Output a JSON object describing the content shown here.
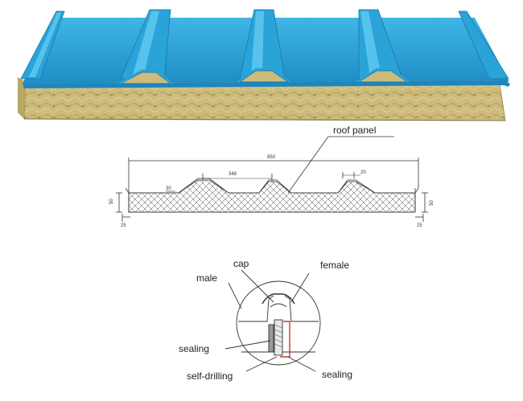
{
  "labels": {
    "roof_panel": "roof panel",
    "male": "male",
    "cap": "cap",
    "female": "female",
    "sealing_left": "sealing",
    "self_drilling": "self-drilling",
    "sealing_right": "sealing"
  },
  "dimensions": {
    "total_width": "950",
    "rib_spacing": "348",
    "rib_top": "20",
    "rib_height": "30",
    "panel_thickness_left": "50",
    "panel_thickness_right": "50",
    "edge_left": "25",
    "edge_right": "25"
  },
  "colors": {
    "steel_top": "#2aa6d9",
    "steel_dark": "#1b7fb0",
    "rockwool": "#cbb979",
    "rockwool_dark": "#a89752",
    "line": "#333333",
    "accent": "#c0392b"
  }
}
